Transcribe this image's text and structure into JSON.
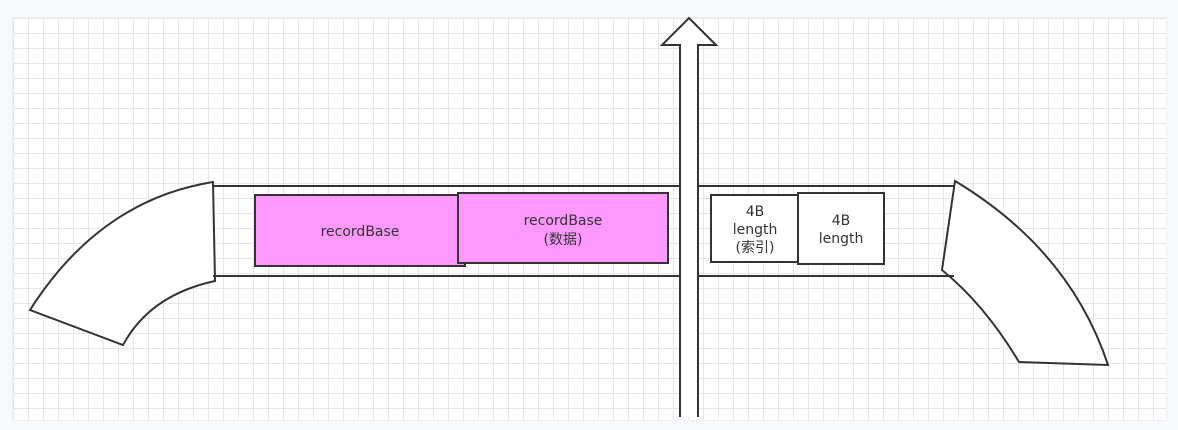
{
  "colors": {
    "highlight_fill": "#ff99ff",
    "stroke": "#333333",
    "shape_fill": "#ffffff",
    "grid": "#e6e6e6",
    "canvas": "#ffffff",
    "background": "#f7f9fc"
  },
  "boxes": {
    "record_base_1": {
      "line1": "recordBase"
    },
    "record_base_2": {
      "line1": "recordBase",
      "line2": "(数据)"
    },
    "length_index": {
      "line1": "4B",
      "line2": "length",
      "line3": "(索引)"
    },
    "length_plain": {
      "line1": "4B",
      "line2": "length"
    }
  }
}
